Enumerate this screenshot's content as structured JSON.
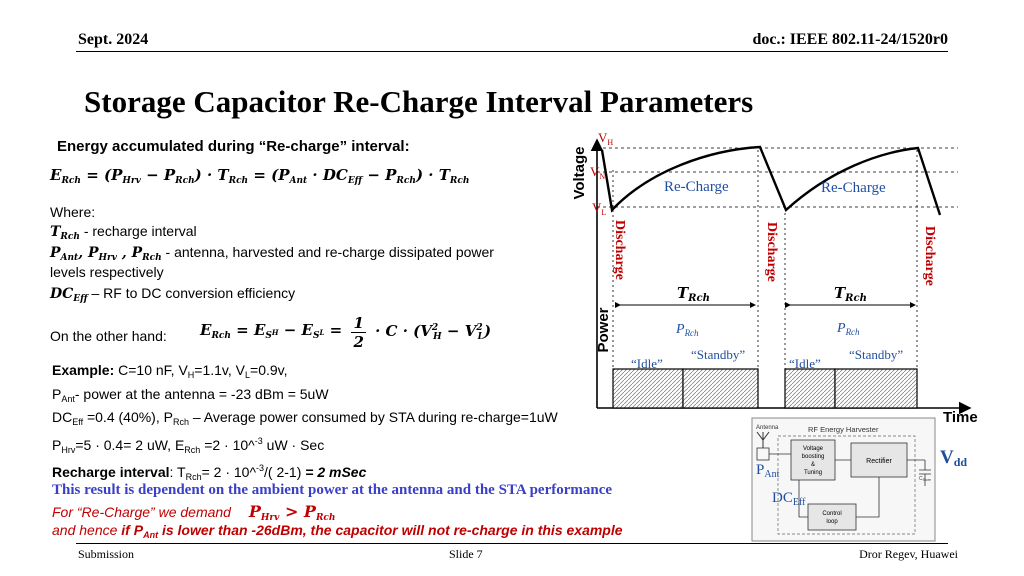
{
  "header": {
    "date": "Sept. 2024",
    "doc": "doc.: IEEE 802.11-24/1520r0"
  },
  "title": "Storage Capacitor Re-Charge Interval Parameters",
  "energy_heading": "Energy accumulated during “Re-charge” interval:",
  "eq1": {
    "lhs": "E",
    "lhs_sub": "Rch",
    "part1": "= (P",
    "hrv": "Hrv",
    "minus1": " − P",
    "rch1": "Rch",
    "mid": ") · T",
    "rch2": "Rch",
    "eq": " =  (P",
    "ant": "Ant",
    "dot": " · DC",
    "eff": "Eff",
    "minus2": " − P",
    "rch3": "Rch",
    "end": ") · T",
    "rch4": "Rch"
  },
  "where": {
    "label": "Where:",
    "l1_sym": "T",
    "l1_sub": "Rch",
    "l1_text": " - recharge interval",
    "l2_sym_a": "P",
    "l2_sub_a": "Ant",
    "l2_sym_b": ", P",
    "l2_sub_b": "Hrv",
    "l2_sym_c": " , P",
    "l2_sub_c": "Rch",
    "l2_text": " - antenna, harvested and re-charge dissipated power",
    "l3_text": "levels respectively",
    "l4_sym": "DC",
    "l4_sub": "Eff",
    "l4_text": " – RF to DC conversion efficiency"
  },
  "other_hand": {
    "label": "On the other hand:",
    "eq_lhs": "E",
    "eq_lhs_sub": "Rch",
    "eq_mid": " = E",
    "sh": "S",
    "sh_sub": "H",
    "minus": " − E",
    "sl": "S",
    "sl_sub": "L",
    "eq2": " =",
    "frac_num": "1",
    "frac_den": "2",
    "tail": "· C · (V",
    "vh_sup": "2",
    "vh_sub": "H",
    "tail2": " − V",
    "vl_sup": "2",
    "vl_sub": "L",
    "tail3": ")"
  },
  "example": {
    "l1_label": "Example:",
    "l1_text_a": " C=10 nF, V",
    "l1_sub_h": "H",
    "l1_text_b": "=1.1v,  V",
    "l1_sub_l": "L",
    "l1_text_c": "=0.9v,",
    "l2_a": "P",
    "l2_sub": "Ant",
    "l2_b": "- power at the antenna = -23 dBm = 5uW",
    "l3_a": "DC",
    "l3_sub": "Eff",
    "l3_b": " =0.4 (40%), P",
    "l3_sub2": "Rch",
    "l3_c": " – Average power consumed by STA during re-charge=1uW",
    "l4_a": "P",
    "l4_sub": "Hrv",
    "l4_b": "=5 · 0.4= 2 uW, E",
    "l4_sub2": "Rch",
    "l4_c": " =2 · 10^",
    "l4_sup": "-3",
    "l4_d": " uW · Sec",
    "l5_label": "Recharge interval",
    "l5_a": ": T",
    "l5_sub": "Rch",
    "l5_b": "= 2 · 10^",
    "l5_sup": "-3",
    "l5_c": "/( 2-1) ",
    "l5_result": "= 2 mSec"
  },
  "blue_note": "This result is dependent on the ambient power at the antenna and the STA performance",
  "demand": {
    "text": "For “Re-Charge” we demand",
    "p1": "P",
    "p1_sub": "Hrv",
    "gt": " > P",
    "p2_sub": "Rch"
  },
  "hence": {
    "a": "and hence ",
    "b": "if P",
    "sub": "Ant",
    "c": " is lower than -26dBm, the capacitor will not re-charge in this example"
  },
  "chart": {
    "y_voltage": "Voltage",
    "y_power": "Power",
    "x_time": "Time",
    "vh": "V",
    "vh_sub": "H",
    "vn": "V",
    "vn_sub": "N",
    "vl": "V",
    "vl_sub": "L",
    "recharge": "Re-Charge",
    "discharge": "Discharge",
    "trch": "T",
    "trch_sub": "Rch",
    "prch": "P",
    "prch_sub": "Rch",
    "idle": "“Idle”",
    "standby": "“Standby”",
    "colors": {
      "red": "#c00000",
      "blue": "#1f4e9e"
    }
  },
  "circuit": {
    "title": "RF Energy Harvester",
    "antenna": "Antenna",
    "vb1": "Voltage",
    "vb2": "boosting",
    "vb3": "&",
    "vb4": "Tuning",
    "rect": "Rectifier",
    "ctrl1": "Control",
    "ctrl2": "loop",
    "cstore": "C",
    "cstore_sub": "Store",
    "pant": "P",
    "pant_sub": "Ant",
    "dceff": "DC",
    "dceff_sub": "Eff",
    "vdd": "V",
    "vdd_sub": "dd"
  },
  "footer": {
    "left": "Submission",
    "mid": "Slide 7",
    "right": "Dror Regev, Huawei"
  }
}
